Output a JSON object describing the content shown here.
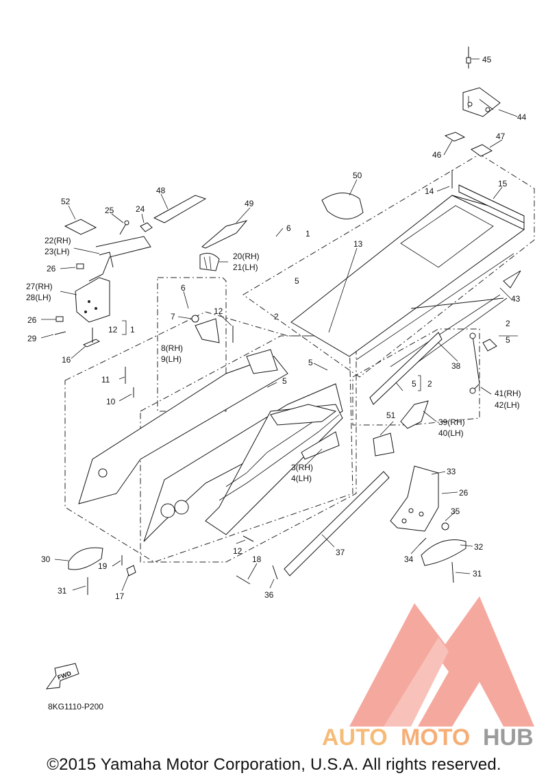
{
  "diagram": {
    "reference_code": "8KG1110-P200",
    "fwd_label": "FWD",
    "copyright": "©2015 Yamaha Motor Corporation, U.S.A. All rights reserved.",
    "watermark": {
      "brand_a": "AUTO",
      "brand_b": "MOTO",
      "brand_c": "HUB",
      "color_red": "#f05a4a",
      "color_orange": "#f5b060",
      "color_gray": "#8a8a8a"
    },
    "labels": {
      "p45": "45",
      "p44": "44",
      "p46": "46",
      "p47": "47",
      "p14": "14",
      "p15": "15",
      "p50": "50",
      "p13": "13",
      "p1a": "1",
      "p6a": "6",
      "p5a": "5",
      "p43": "43",
      "p48": "48",
      "p49": "49",
      "p52": "52",
      "p25": "25",
      "p24": "24",
      "p22": "22(RH)",
      "p23": "23(LH)",
      "p20": "20(RH)",
      "p21": "21(LH)",
      "p26a": "26",
      "p27": "27(RH)",
      "p28": "28(LH)",
      "p6b": "6",
      "p7": "7",
      "p12a": "12",
      "p2a": "2",
      "p26b": "26",
      "p12b": "12",
      "p1b": "1",
      "p8": "8(RH)",
      "p9": "9(LH)",
      "p29": "29",
      "p16": "16",
      "p2b": "2",
      "p5b": "5",
      "p11": "11",
      "p5c": "5",
      "p38": "38",
      "p10": "10",
      "p5d": "5",
      "p2c": "2",
      "p41": "41(RH)",
      "p42": "42(LH)",
      "p51": "51",
      "p39": "39(RH)",
      "p40": "40(LH)",
      "p3": "3(RH)",
      "p4": "4(LH)",
      "p33": "33",
      "p26c": "26",
      "p35": "35",
      "p32": "32",
      "p34": "34",
      "p30": "30",
      "p19": "19",
      "p12c": "12",
      "p37": "37",
      "p18": "18",
      "p31a": "31",
      "p17": "17",
      "p36": "36",
      "p31b": "31",
      "p5e": "5"
    }
  }
}
